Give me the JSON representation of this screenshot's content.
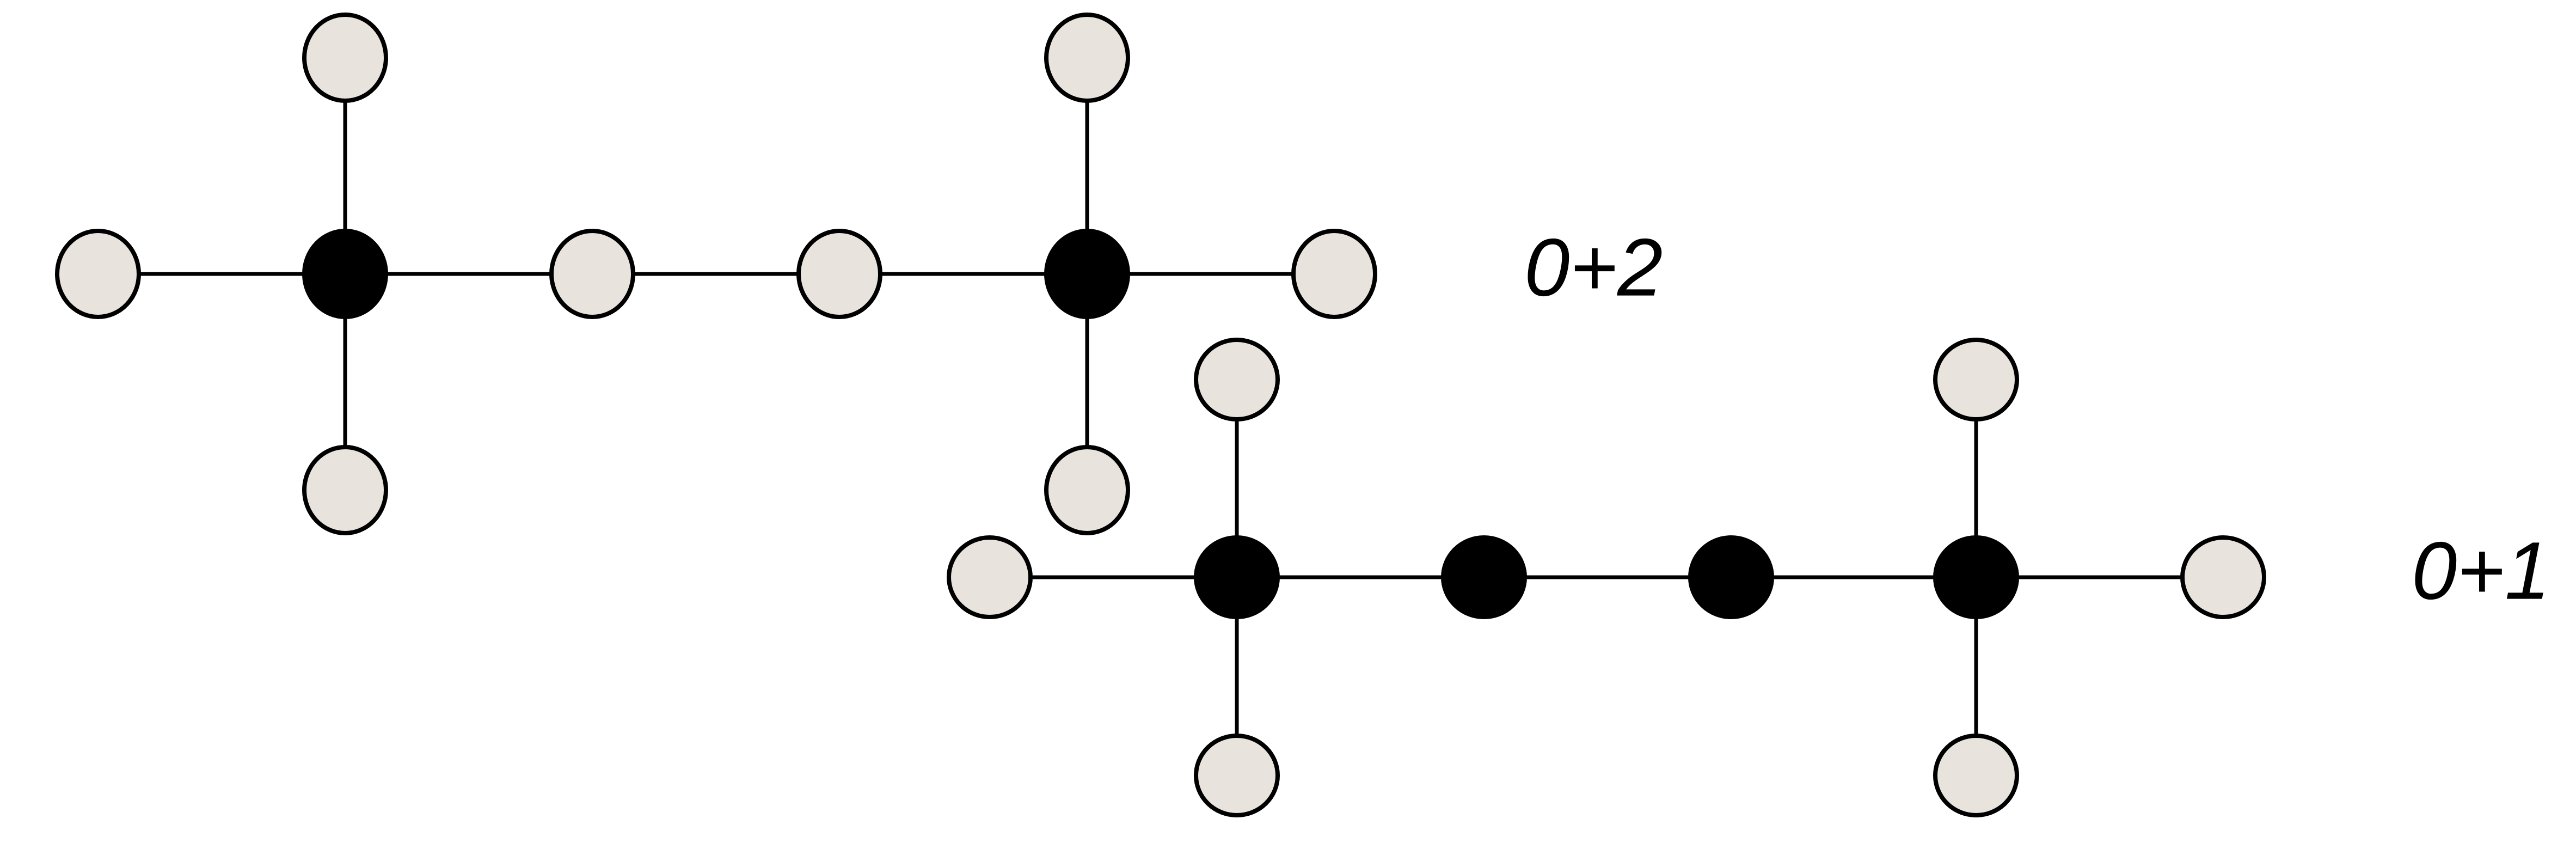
{
  "colors": {
    "filled_atom": "#000000",
    "open_atom": "#e8e3dc",
    "outline": "#000000",
    "background": "#ffffff"
  },
  "molecule_top": {
    "label": "0+2",
    "atoms": [
      {
        "id": "t-left",
        "kind": "open"
      },
      {
        "id": "t-a",
        "kind": "filled"
      },
      {
        "id": "t-a-up",
        "kind": "open"
      },
      {
        "id": "t-a-down",
        "kind": "open"
      },
      {
        "id": "t-m1",
        "kind": "open"
      },
      {
        "id": "t-m2",
        "kind": "open"
      },
      {
        "id": "t-b",
        "kind": "filled"
      },
      {
        "id": "t-b-up",
        "kind": "open"
      },
      {
        "id": "t-b-down",
        "kind": "open"
      },
      {
        "id": "t-right",
        "kind": "open"
      }
    ]
  },
  "molecule_bottom": {
    "label": "0+1",
    "atoms": [
      {
        "id": "b-left",
        "kind": "open"
      },
      {
        "id": "b-a",
        "kind": "filled"
      },
      {
        "id": "b-a-up",
        "kind": "open"
      },
      {
        "id": "b-a-down",
        "kind": "open"
      },
      {
        "id": "b-m1",
        "kind": "filled"
      },
      {
        "id": "b-m2",
        "kind": "filled"
      },
      {
        "id": "b-b",
        "kind": "filled"
      },
      {
        "id": "b-b-up",
        "kind": "open"
      },
      {
        "id": "b-b-down",
        "kind": "open"
      },
      {
        "id": "b-right",
        "kind": "open"
      }
    ]
  }
}
